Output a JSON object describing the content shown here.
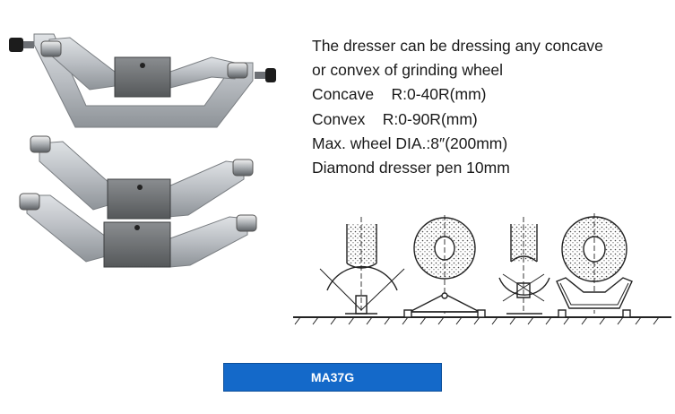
{
  "spec": {
    "lines": [
      "The dresser can be dressing any concave",
      "or convex of grinding wheel",
      "Concave    R:0-40R(mm)",
      "Convex    R:0-90R(mm)",
      "Max. wheel DIA.:8″(200mm)",
      "Diamond dresser pen 10mm"
    ]
  },
  "model": {
    "label": "MA37G"
  },
  "colors": {
    "metal": "#bfc3c7",
    "metal_shadow": "#8e9398",
    "block": "#6e7173",
    "knob": "#1c1c1c",
    "label_bg": "#1469c9",
    "label_text": "#ffffff"
  }
}
